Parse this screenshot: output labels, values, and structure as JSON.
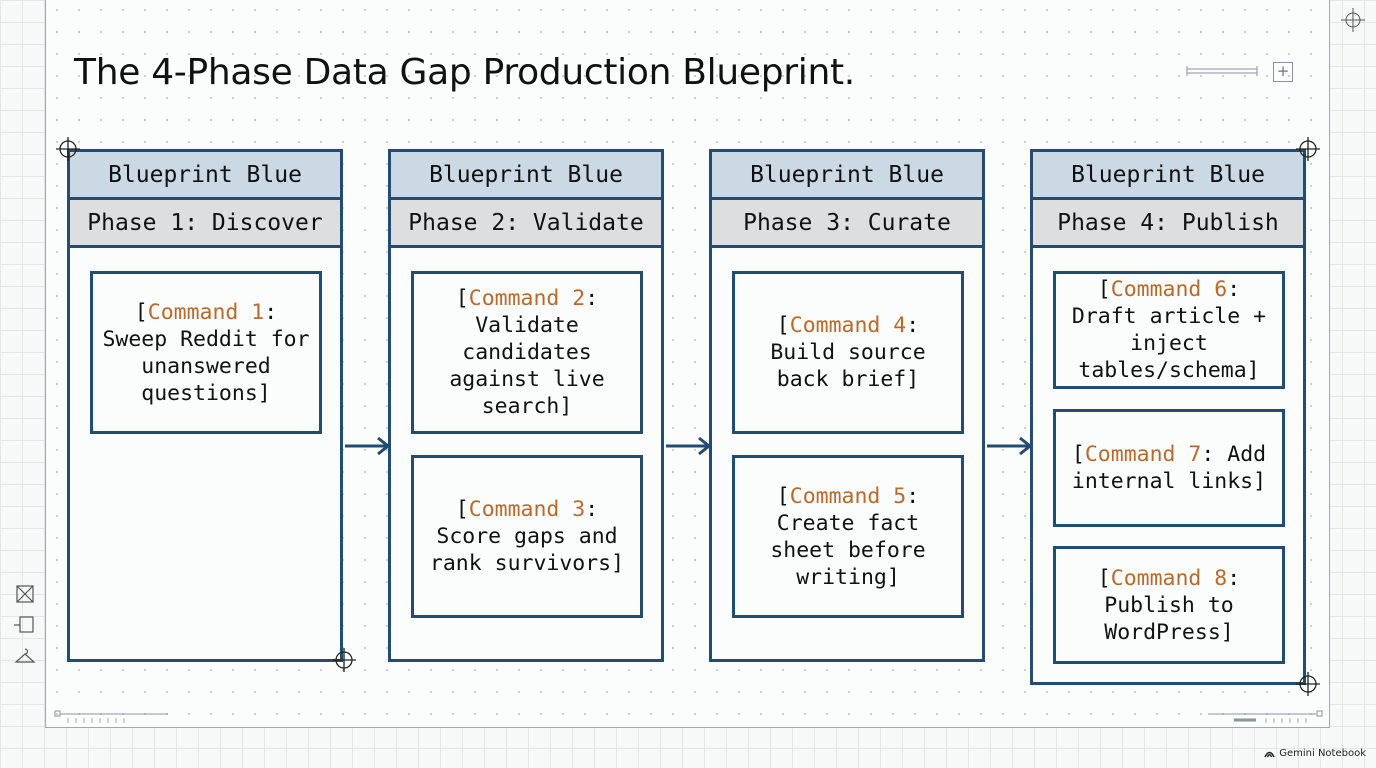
{
  "title": "The 4-Phase Data Gap Production Blueprint.",
  "phases": [
    {
      "header": "Blueprint Blue",
      "name": "Phase 1: Discover",
      "commands": [
        {
          "keyword": "Command 1",
          "text": "Sweep Reddit for unanswered questions"
        }
      ]
    },
    {
      "header": "Blueprint Blue",
      "name": "Phase 2: Validate",
      "commands": [
        {
          "keyword": "Command 2",
          "text": "Validate candidates against live search"
        },
        {
          "keyword": "Command 3",
          "text": "Score gaps and rank survivors"
        }
      ]
    },
    {
      "header": "Blueprint Blue",
      "name": "Phase 3: Curate",
      "commands": [
        {
          "keyword": "Command 4",
          "text": "Build source back brief"
        },
        {
          "keyword": "Command 5",
          "text": "Create fact sheet before writing"
        }
      ]
    },
    {
      "header": "Blueprint Blue",
      "name": "Phase 4: Publish",
      "commands": [
        {
          "keyword": "Command 6",
          "text": "Draft article + inject tables/schema"
        },
        {
          "keyword": "Command 7",
          "text": "Add internal links"
        },
        {
          "keyword": "Command 8",
          "text": "Publish to WordPress"
        }
      ]
    }
  ],
  "plus_glyph": "+",
  "watermark": "Gemini Notebook",
  "colors": {
    "frame": "#234c70",
    "header_fill": "#cbd9e5",
    "subheader_fill": "#dcdedf",
    "command_keyword": "#b86a2d"
  },
  "icons": [
    "crosshair-icon",
    "arrow-right-icon",
    "crop-icon",
    "frame-icon",
    "hanger-icon",
    "plus-icon",
    "gemini-logo-icon"
  ]
}
